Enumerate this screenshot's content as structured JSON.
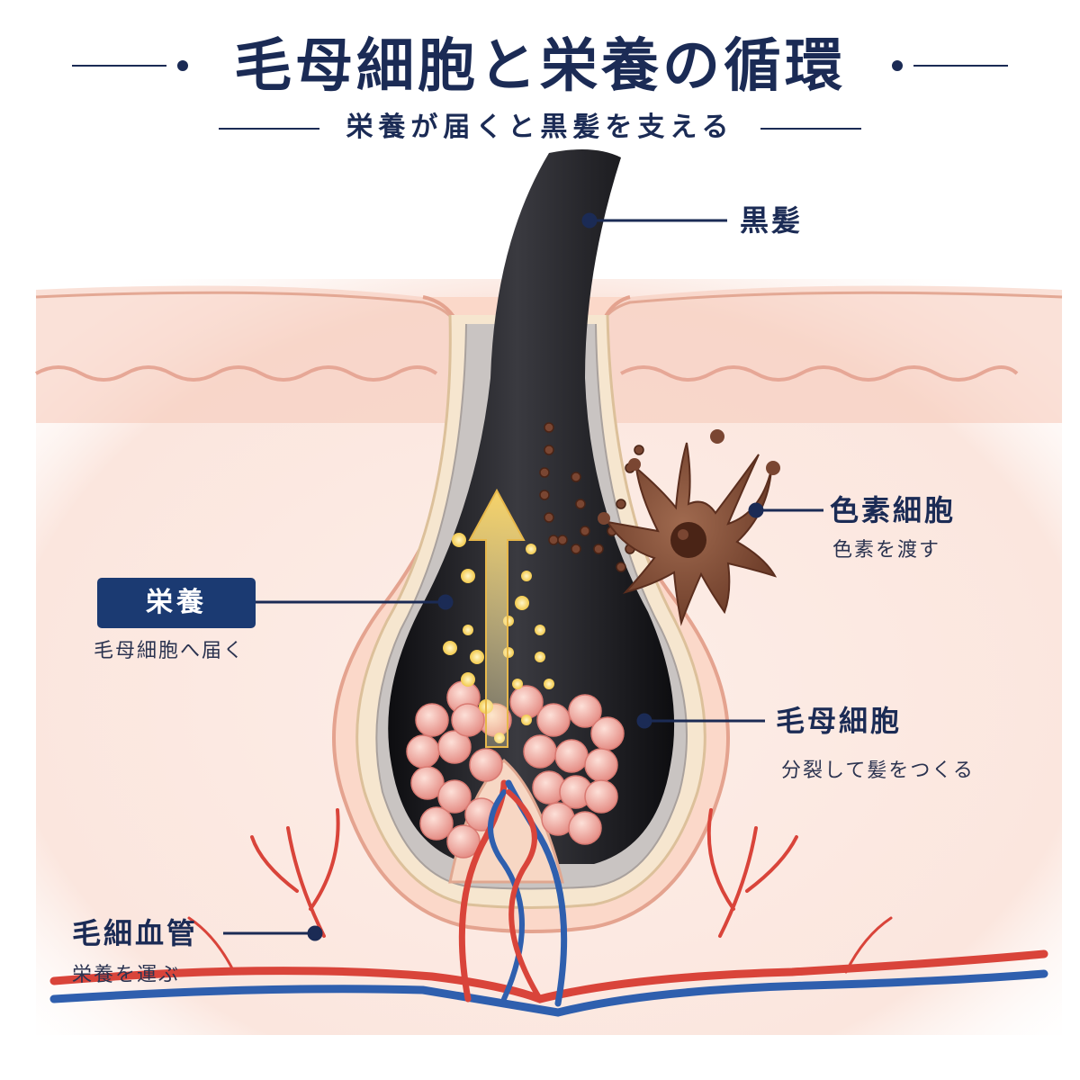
{
  "title": "毛母細胞と栄養の循環",
  "subtitle": "栄養が届くと黒髪を支える",
  "labels": {
    "black_hair": {
      "title": "黒髪"
    },
    "melanocyte": {
      "title": "色素細胞",
      "desc": "色素を渡す"
    },
    "nutrition": {
      "title": "栄養",
      "desc": "毛母細胞へ届く"
    },
    "matrix_cell": {
      "title": "毛母細胞",
      "desc": "分裂して髪をつくる"
    },
    "capillary": {
      "title": "毛細血管",
      "desc": "栄養を運ぶ"
    }
  },
  "colors": {
    "navy": "#1b2b55",
    "badge": "#1b3a72",
    "skin": "#f6d3c6",
    "dermis": "#fbe9e2",
    "hair": "#141418",
    "artery": "#d9443a",
    "vein": "#2f5fae",
    "melanocyte": "#7a4632",
    "nutrient": "#f2c94c"
  },
  "icons": [
    "arrow-up-icon",
    "melanocyte-cell-icon"
  ]
}
